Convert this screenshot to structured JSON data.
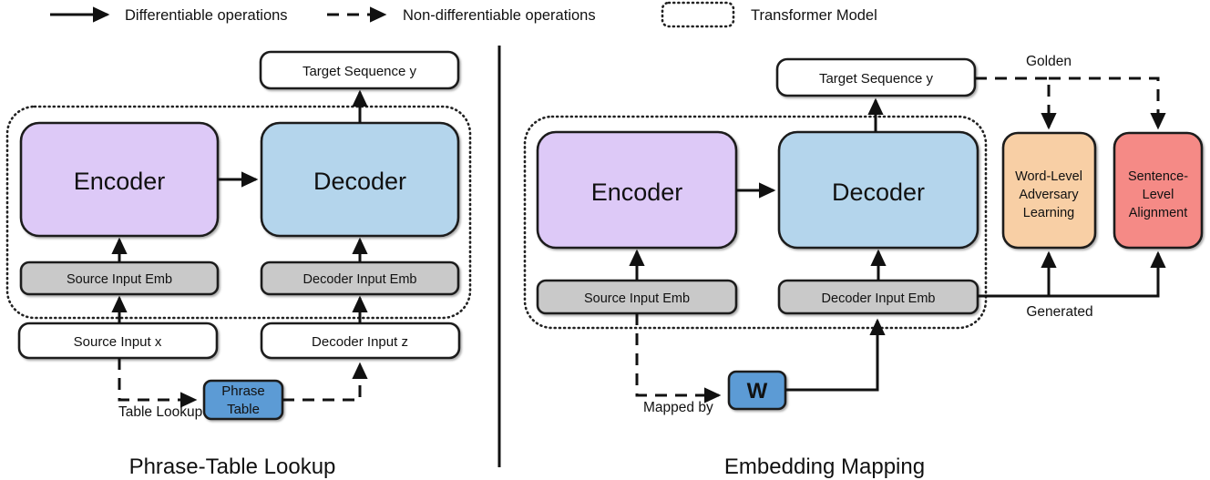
{
  "legend": {
    "items": [
      {
        "icon": "solid-arrow-icon",
        "label": "Differentiable operations"
      },
      {
        "icon": "dashed-arrow-icon",
        "label": "Non-differentiable operations"
      },
      {
        "icon": "dotted-rect-icon",
        "label": "Transformer Model"
      }
    ]
  },
  "colors": {
    "encoder": "#ddc9f7",
    "decoder": "#b4d5ec",
    "embedding": "#c9c9c9",
    "phrase_table": "#5b9bd5",
    "w_matrix": "#5b9bd5",
    "word_level": "#f8cfa5",
    "sentence_level": "#f58a86",
    "outline": "#1d1d1d",
    "text": "#111111",
    "background": "#ffffff"
  },
  "left_panel": {
    "caption": "Phrase-Table Lookup",
    "target_sequence": "Target Sequence y",
    "encoder": "Encoder",
    "decoder": "Decoder",
    "source_input_emb": "Source Input Emb",
    "decoder_input_emb": "Decoder Input Emb",
    "source_input": "Source Input x",
    "decoder_input": "Decoder Input z",
    "phrase_table_line1": "Phrase",
    "phrase_table_line2": "Table",
    "table_lookup_label": "Table Lookup"
  },
  "right_panel": {
    "caption": "Embedding Mapping",
    "target_sequence": "Target Sequence y",
    "encoder": "Encoder",
    "decoder": "Decoder",
    "source_input_emb": "Source Input Emb",
    "decoder_input_emb": "Decoder Input Emb",
    "w_matrix": "W",
    "mapped_by_label": "Mapped by",
    "golden_label": "Golden",
    "generated_label": "Generated",
    "word_level": {
      "line1": "Word-Level",
      "line2": "Adversary",
      "line3": "Learning"
    },
    "sentence_level": {
      "line1": "Sentence-",
      "line2": "Level",
      "line3": "Alignment"
    }
  }
}
